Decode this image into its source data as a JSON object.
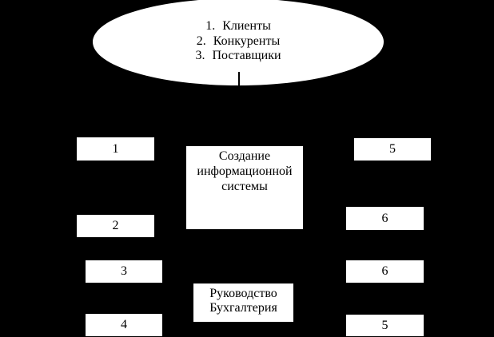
{
  "colors": {
    "background": "#000000",
    "shape_fill": "#ffffff",
    "text": "#000000"
  },
  "ellipse": {
    "items": [
      {
        "num": "1.",
        "label": "Клиенты"
      },
      {
        "num": "2.",
        "label": "Конкуренты"
      },
      {
        "num": "3.",
        "label": "Поставщики"
      }
    ]
  },
  "numbered_boxes": [
    {
      "label": "1"
    },
    {
      "label": "2"
    },
    {
      "label": "3"
    },
    {
      "label": "4"
    },
    {
      "label": "5"
    },
    {
      "label": "6"
    },
    {
      "label": "6"
    },
    {
      "label": "5"
    }
  ],
  "center_box": {
    "lines": [
      "Создание",
      "информационной",
      "системы"
    ]
  },
  "management_box": {
    "lines": [
      "Руководство",
      "Бухгалтерия"
    ]
  }
}
